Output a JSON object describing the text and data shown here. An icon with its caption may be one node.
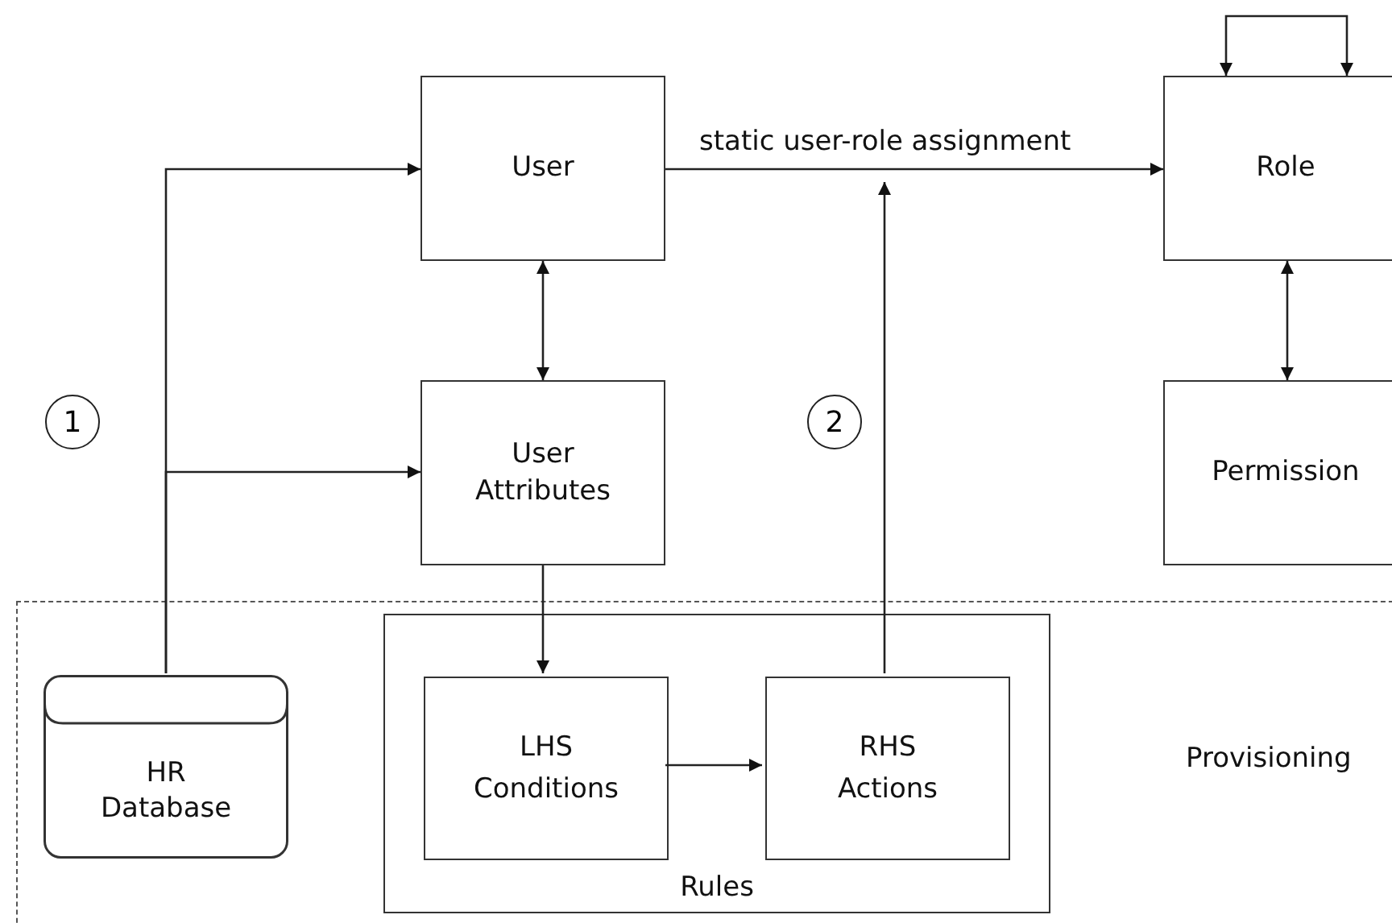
{
  "diagram": {
    "nodes": [
      {
        "text": [
          "User"
        ]
      },
      {
        "text": [
          "User Attributes"
        ]
      },
      {
        "text": [
          "Role"
        ]
      },
      {
        "text": [
          "Permission"
        ]
      },
      {
        "text": [
          "Provisioning"
        ]
      },
      {
        "text": [
          "HR Database"
        ],
        "in": 4
      },
      {
        "text": [
          "Rules"
        ],
        "in": 4
      },
      {
        "text": [
          "LHS",
          "Conditions"
        ],
        "in": 6
      },
      {
        "text": [
          "RHS",
          "Actions"
        ],
        "in": 6
      }
    ],
    "edges": [
      {
        "from": 5,
        "to": 0,
        "arrow": "to"
      },
      {
        "from": 5,
        "to": 1,
        "arrow": "to"
      },
      {
        "from": 0,
        "to": 1,
        "arrow": "both"
      },
      {
        "from": 0,
        "to": 2,
        "arrow": "to",
        "label": "static user-role assignment"
      },
      {
        "from": 2,
        "to": 2,
        "arrow": "both"
      },
      {
        "from": 2,
        "to": 3,
        "arrow": "both"
      },
      {
        "from": 1,
        "to": 7,
        "arrow": "to"
      },
      {
        "from": 7,
        "to": 8,
        "arrow": "to"
      },
      {
        "from": 8,
        "to": null,
        "arrow": "to"
      }
    ],
    "labels": [
      "1",
      "2"
    ]
  }
}
